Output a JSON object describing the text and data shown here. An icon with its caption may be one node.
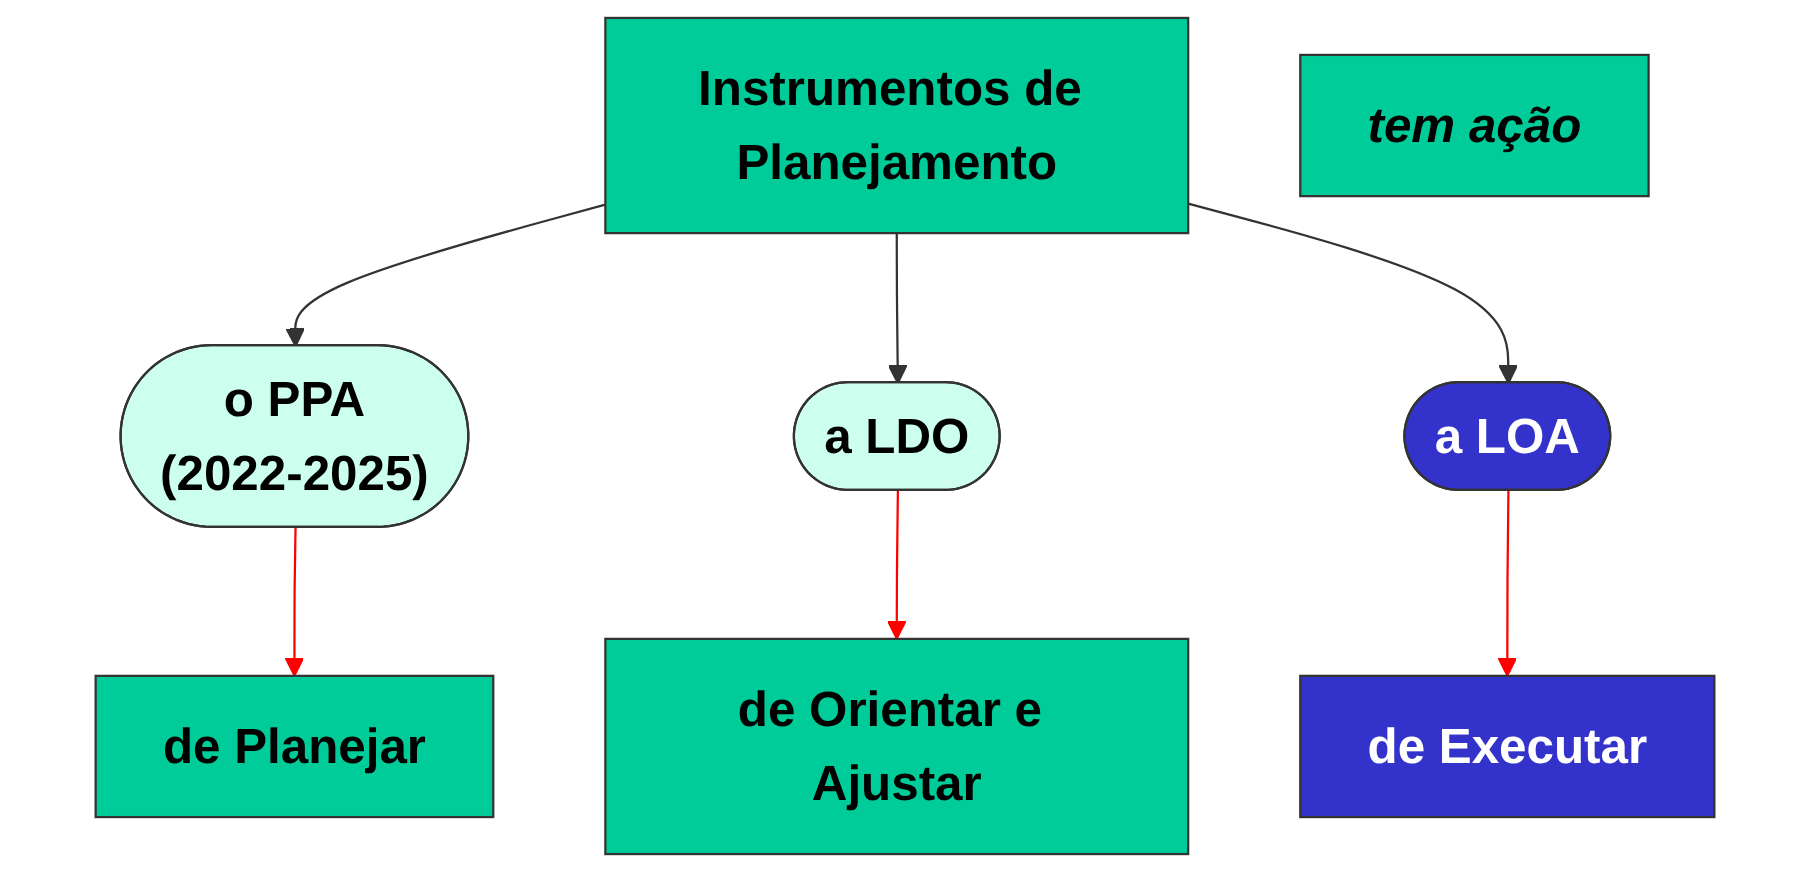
{
  "diagram": {
    "nodes": [
      {
        "text": [
          "Instrumentos de Planejamento"
        ]
      },
      {
        "text": [
          "o PPA",
          "(2022-2025)"
        ]
      },
      {
        "text": [
          "a LDO"
        ]
      },
      {
        "text": [
          "a LOA"
        ]
      },
      {
        "text": [
          "tem ação"
        ]
      },
      {
        "text": [
          "de Planejar"
        ]
      },
      {
        "text": [
          "de Orientar e Ajustar"
        ]
      },
      {
        "text": [
          "de Executar"
        ]
      }
    ],
    "edges": [
      {
        "from": 0,
        "to": 1,
        "arrow": "to"
      },
      {
        "from": 0,
        "to": 2,
        "arrow": "to"
      },
      {
        "from": 0,
        "to": 3,
        "arrow": "to"
      },
      {
        "from": 1,
        "to": 5,
        "arrow": "to",
        "color": "#ff0000"
      },
      {
        "from": 2,
        "to": 6,
        "arrow": "to",
        "color": "#ff0000"
      },
      {
        "from": 3,
        "to": 7,
        "arrow": "to",
        "color": "#ff0000"
      }
    ]
  }
}
